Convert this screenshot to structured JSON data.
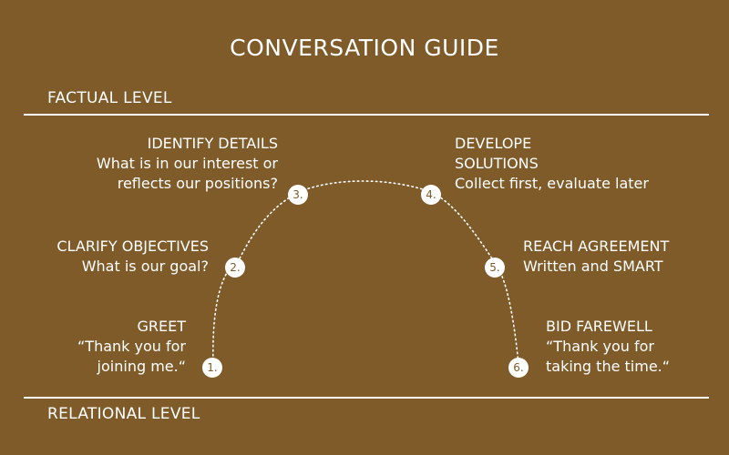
{
  "title": "CONVERSATION GUIDE",
  "levels": {
    "top": "FACTUAL LEVEL",
    "bottom": "RELATIONAL LEVEL"
  },
  "steps": [
    {
      "number": "1.",
      "heading": "GREET",
      "description_lines": [
        "“Thank you for",
        "joining me.“"
      ]
    },
    {
      "number": "2.",
      "heading": "CLARIFY OBJECTIVES",
      "description_lines": [
        "What is our goal?"
      ]
    },
    {
      "number": "3.",
      "heading": "IDENTIFY DETAILS",
      "description_lines": [
        "What is in our interest or",
        "reflects our positions?"
      ]
    },
    {
      "number": "4.",
      "heading_lines": [
        "DEVELOPE",
        "SOLUTIONS"
      ],
      "description_lines": [
        "Collect first, evaluate later"
      ]
    },
    {
      "number": "5.",
      "heading": "REACH AGREEMENT",
      "description_lines": [
        "Written and SMART"
      ]
    },
    {
      "number": "6.",
      "heading": "BID FAREWELL",
      "description_lines": [
        "“Thank you for",
        "taking the time.“"
      ]
    }
  ],
  "colors": {
    "background": "#7e5b29",
    "foreground": "#ffffff"
  }
}
